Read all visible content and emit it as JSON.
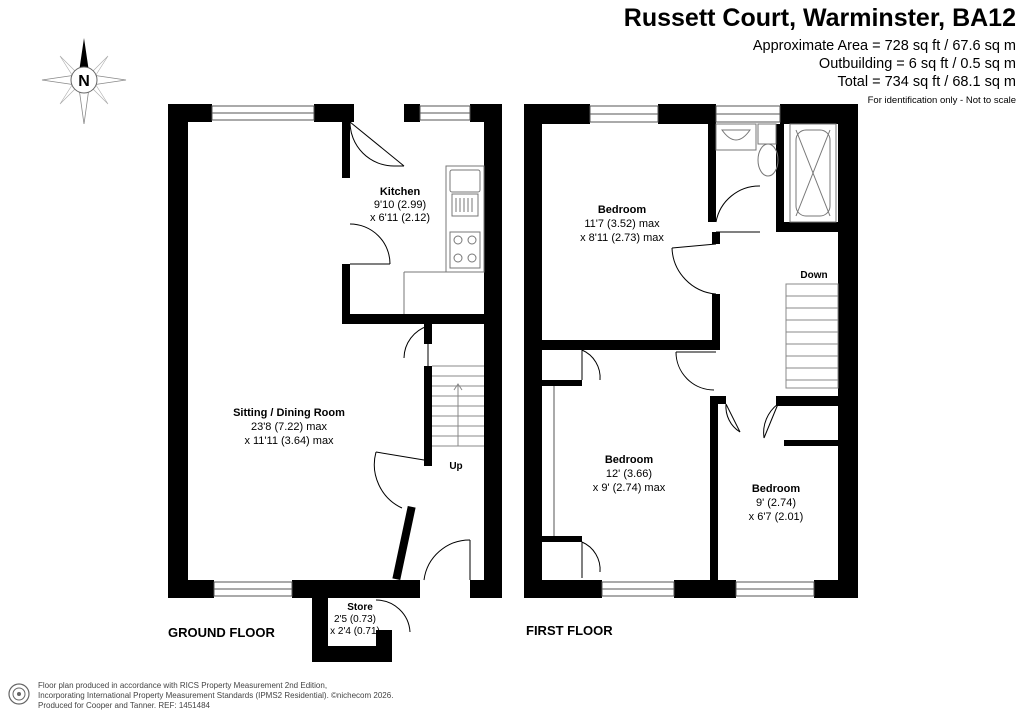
{
  "header": {
    "title": "Russett Court, Warminster, BA12",
    "areas": [
      "Approximate Area = 728 sq ft / 67.6 sq m",
      "Outbuilding = 6 sq ft / 0.5 sq m",
      "Total = 734 sq ft / 68.1 sq m"
    ],
    "note": "For identification only - Not to scale"
  },
  "compass": {
    "label": "N"
  },
  "ground_floor": {
    "label": "GROUND FLOOR",
    "up_label": "Up",
    "rooms": {
      "kitchen": {
        "name": "Kitchen",
        "dims": [
          "9'10 (2.99)",
          "x 6'11 (2.12)"
        ]
      },
      "sitting": {
        "name": "Sitting / Dining Room",
        "dims": [
          "23'8 (7.22) max",
          "x 11'11 (3.64) max"
        ]
      },
      "store": {
        "name": "Store",
        "dims": [
          "2'5 (0.73)",
          "x 2'4 (0.71)"
        ]
      }
    }
  },
  "first_floor": {
    "label": "FIRST FLOOR",
    "down_label": "Down",
    "rooms": {
      "bedroom1": {
        "name": "Bedroom",
        "dims": [
          "11'7 (3.52) max",
          "x 8'11 (2.73) max"
        ]
      },
      "bedroom2": {
        "name": "Bedroom",
        "dims": [
          "12' (3.66)",
          "x 9' (2.74) max"
        ]
      },
      "bedroom3": {
        "name": "Bedroom",
        "dims": [
          "9' (2.74)",
          "x 6'7 (2.01)"
        ]
      }
    }
  },
  "footer": {
    "lines": [
      "Floor plan produced in accordance with RICS Property Measurement 2nd Edition,",
      "Incorporating International Property Measurement Standards (IPMS2 Residential). ©nichecom 2026.",
      "Produced for Cooper and Tanner.   REF:  1451484"
    ]
  },
  "colors": {
    "wall": "#000000",
    "fixture": "#7f7f7f",
    "background": "#ffffff"
  }
}
